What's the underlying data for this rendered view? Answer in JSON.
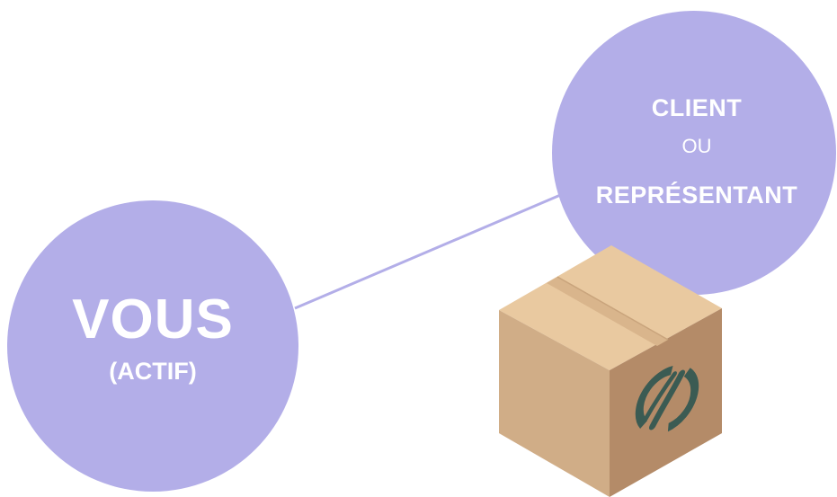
{
  "colors": {
    "circle_fill": "#b3aee8",
    "connector": "#b3aee8",
    "text": "#ffffff",
    "box_top": "#e9c9a0",
    "box_left": "#d0ad87",
    "box_right": "#b48b68",
    "box_tape": "#d9b58c",
    "logo": "#3b5b53"
  },
  "nodes": {
    "vous": {
      "title": "VOUS",
      "subtitle": "(ACTIF)"
    },
    "client": {
      "line1": "CLIENT",
      "line2": "OU",
      "line3": "REPRÉSENTANT"
    }
  },
  "icons": {
    "package": "cardboard-box-icon",
    "logo": "cycle-logo-icon"
  }
}
